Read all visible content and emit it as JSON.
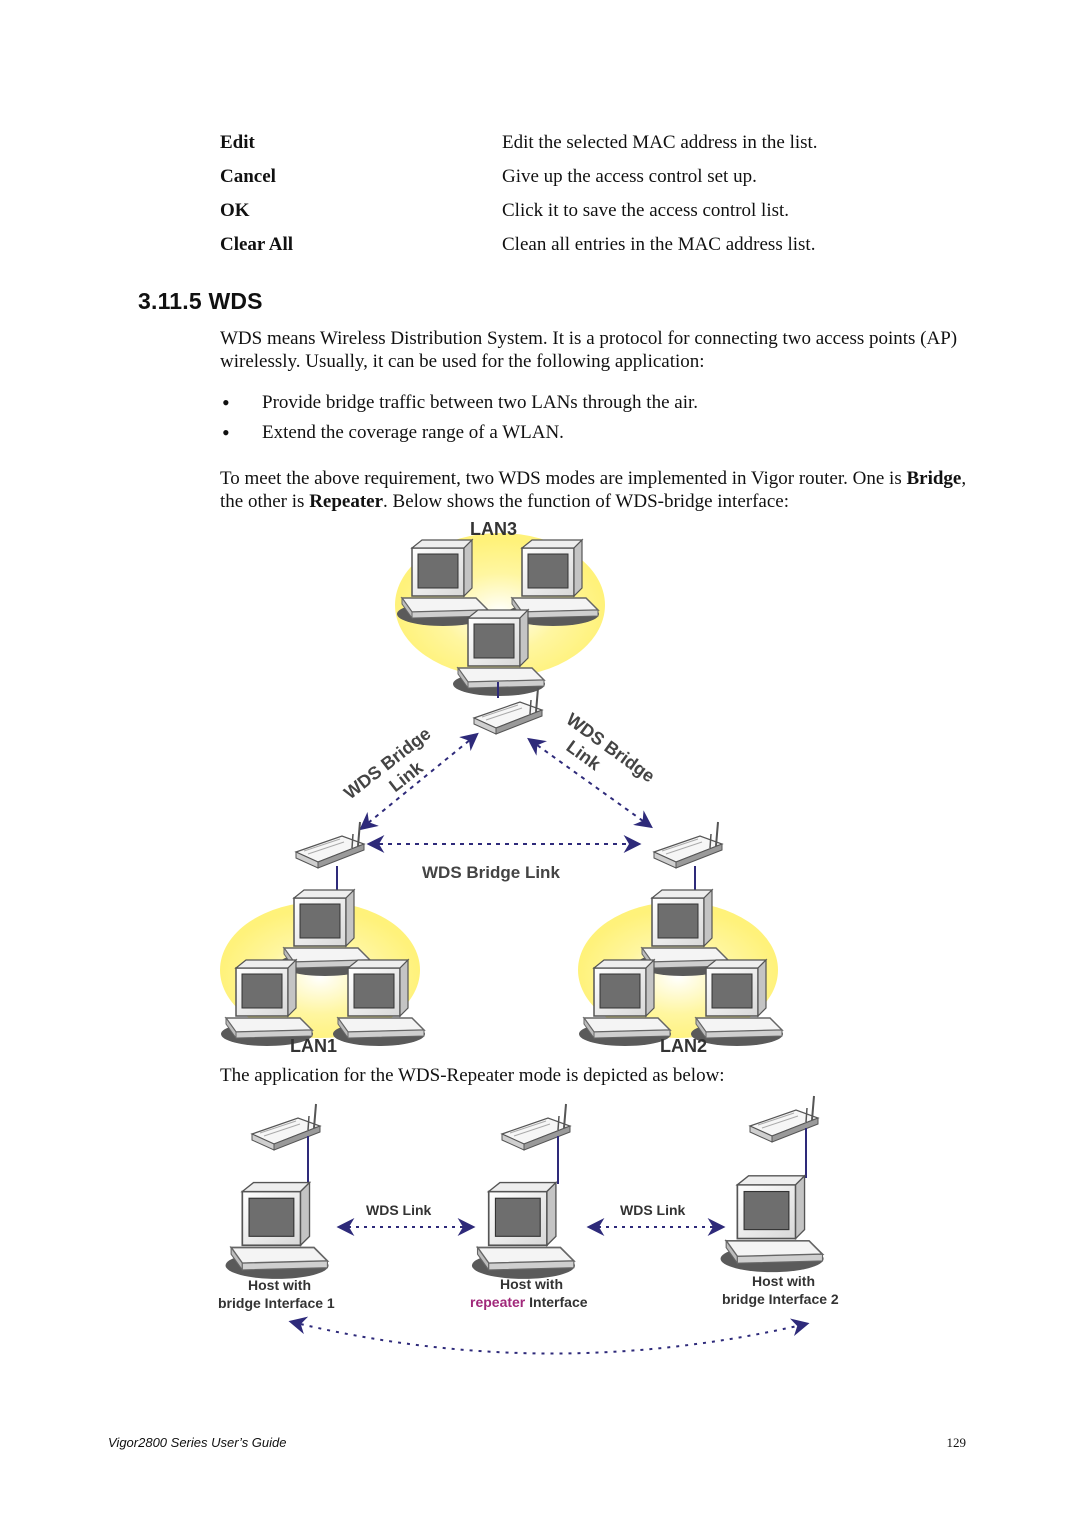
{
  "definitions": [
    {
      "term": "Edit",
      "desc": "Edit the selected MAC address in the list."
    },
    {
      "term": "Cancel",
      "desc": "Give up the access control set up."
    },
    {
      "term": "OK",
      "desc": "Click it to save the access control list."
    },
    {
      "term": "Clear All",
      "desc": "Clean all entries in the MAC address list."
    }
  ],
  "section": {
    "title": "3.11.5 WDS"
  },
  "intro": "WDS means Wireless Distribution System. It is a protocol for connecting two access points (AP) wirelessly. Usually, it can be used for the following application:",
  "bullets": [
    "Provide bridge traffic between two LANs through the air.",
    "Extend the coverage range of a WLAN."
  ],
  "modes_para": {
    "part1": "To meet the above requirement, two WDS modes are implemented in Vigor router. One is ",
    "bridge": "Bridge",
    "part2": ", the other is ",
    "repeater": "Repeater",
    "part3": ". Below shows the function of WDS-bridge interface:"
  },
  "diagram1": {
    "lan3": "LAN3",
    "lan1": "LAN1",
    "lan2": "LAN2",
    "link_left_1": "WDS Bridge",
    "link_left_2": "Link",
    "link_right_1": "WDS Bridge",
    "link_right_2": "Link",
    "link_center": "WDS Bridge Link"
  },
  "repeater_caption": "The application for the WDS-Repeater mode is depicted as below:",
  "diagram2": {
    "wds_link_left": "WDS Link",
    "wds_link_right": "WDS Link",
    "host1_l1": "Host with",
    "host1_l2": "bridge Interface 1",
    "host2_l1": "Host with",
    "host2_repeater": "repeater",
    "host2_interface": " Interface",
    "host3_l1": "Host with",
    "host3_l2": "bridge Interface 2"
  },
  "footer": {
    "guide": "Vigor2800 Series User’s Guide",
    "page": "129"
  },
  "colors": {
    "arrow": "#2e2a7a",
    "glow": "#fff27a",
    "repeater_text": "#a0287a"
  }
}
